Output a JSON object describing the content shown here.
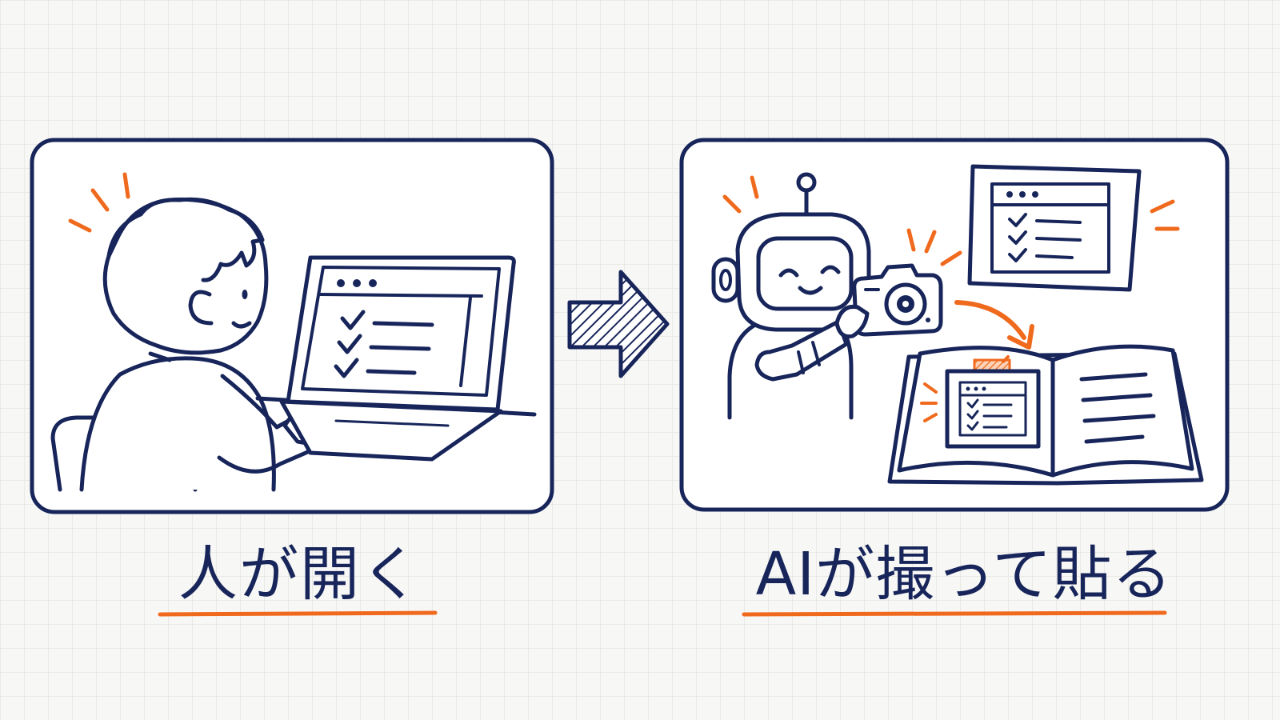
{
  "colors": {
    "ink": "#17255a",
    "accent": "#f06a1e",
    "background": "#f7f7f5",
    "grid": "#e9e9e6"
  },
  "panels": [
    {
      "caption": "人が開く",
      "illustration": "person-opening-laptop"
    },
    {
      "caption": "AIが撮って貼る",
      "illustration": "robot-photographing-screen-and-pasting-into-book"
    }
  ],
  "arrow": {
    "icon": "right-arrow-icon",
    "direction": "right"
  }
}
